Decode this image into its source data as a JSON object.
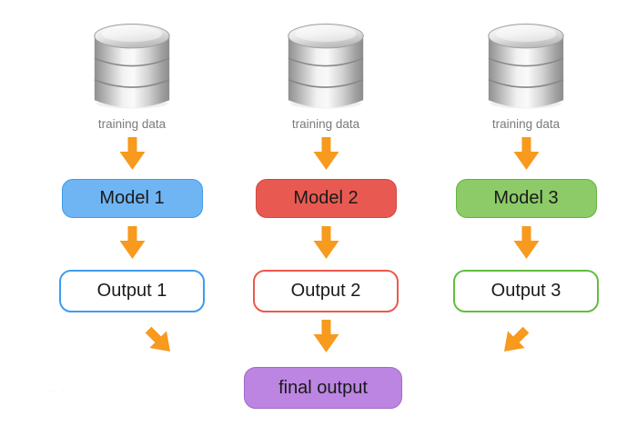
{
  "diagram": {
    "arrow_color": "#F79A1E",
    "background": "#FFFFFF",
    "text_colors": {
      "training": "#7A7A7A",
      "box_label": "#1A1A1A"
    },
    "columns": [
      {
        "icon": "database-icon",
        "training_label": "training data",
        "model": {
          "label": "Model 1",
          "fill": "#6FB5F3",
          "border": "#3E9BEA"
        },
        "output": {
          "label": "Output 1",
          "border": "#3F9CEE",
          "fill": "#FFFFFF"
        }
      },
      {
        "icon": "database-icon",
        "training_label": "training data",
        "model": {
          "label": "Model 2",
          "fill": "#E85A51",
          "border": "#D04840"
        },
        "output": {
          "label": "Output 2",
          "border": "#EC584E",
          "fill": "#FFFFFF"
        }
      },
      {
        "icon": "database-icon",
        "training_label": "training data",
        "model": {
          "label": "Model 3",
          "fill": "#8CCB68",
          "border": "#64B23E"
        },
        "output": {
          "label": "Output 3",
          "border": "#62BD3C",
          "fill": "#FFFFFF"
        }
      }
    ],
    "final_output": {
      "label": "final output",
      "fill": "#BC85E2",
      "border": "#A06AC9"
    },
    "faint_marks": "·· ·"
  }
}
